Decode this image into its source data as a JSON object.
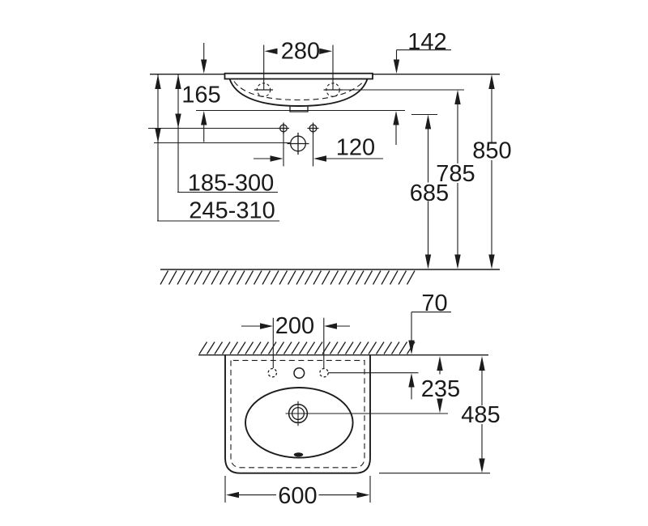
{
  "drawing": {
    "type": "washbasin installation dimension drawing",
    "units": "mm",
    "front_view": {
      "dim_faucet_hole_spacing": "280",
      "dim_basin_depth": "142",
      "dim_rim_to_outlet": "165",
      "dim_fixing_spacing": "120",
      "dim_range_upper": "185-300",
      "dim_range_lower": "245-310",
      "dim_floor_to_outlet": "685",
      "dim_floor_to_holes": "785",
      "dim_floor_to_rim": "850"
    },
    "top_view": {
      "dim_hole_spacing": "200",
      "dim_wall_to_holes": "70",
      "dim_wall_to_drain": "235",
      "dim_depth": "485",
      "dim_width": "600"
    }
  }
}
